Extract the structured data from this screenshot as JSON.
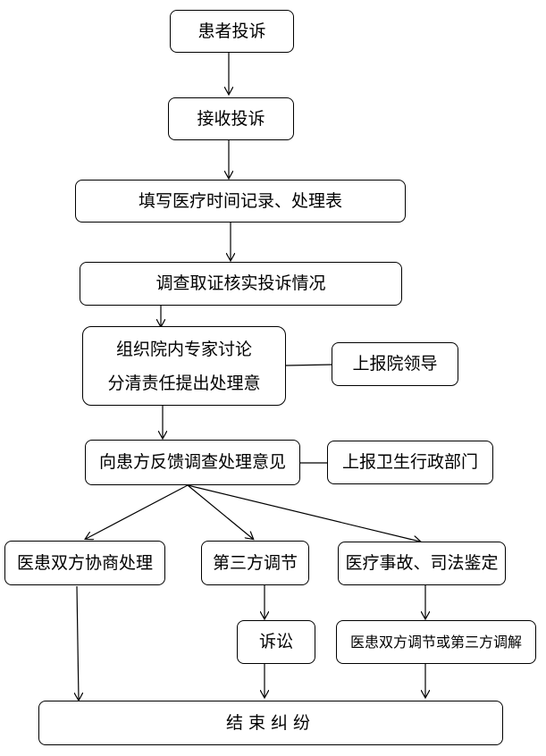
{
  "flowchart": {
    "nodes": {
      "patient_complaint": "患者投诉",
      "receive_complaint": "接收投诉",
      "fill_record": "填写医疗时间记录、处理表",
      "investigate": "调查取证核实投诉情况",
      "expert_discussion": {
        "line1": "组织院内专家讨论",
        "line2": "分清责任提出处理意"
      },
      "report_leader": "上报院领导",
      "feedback": "向患方反馈调查处理意见",
      "report_health_dept": "上报卫生行政部门",
      "negotiation": "医患双方协商处理",
      "third_party": "第三方调节",
      "accident_appraisal": "医疗事故、司法鉴定",
      "lawsuit": "诉讼",
      "mediation_or_third": "医患双方调节或第三方调解",
      "end_dispute": "结束纠纷"
    }
  }
}
